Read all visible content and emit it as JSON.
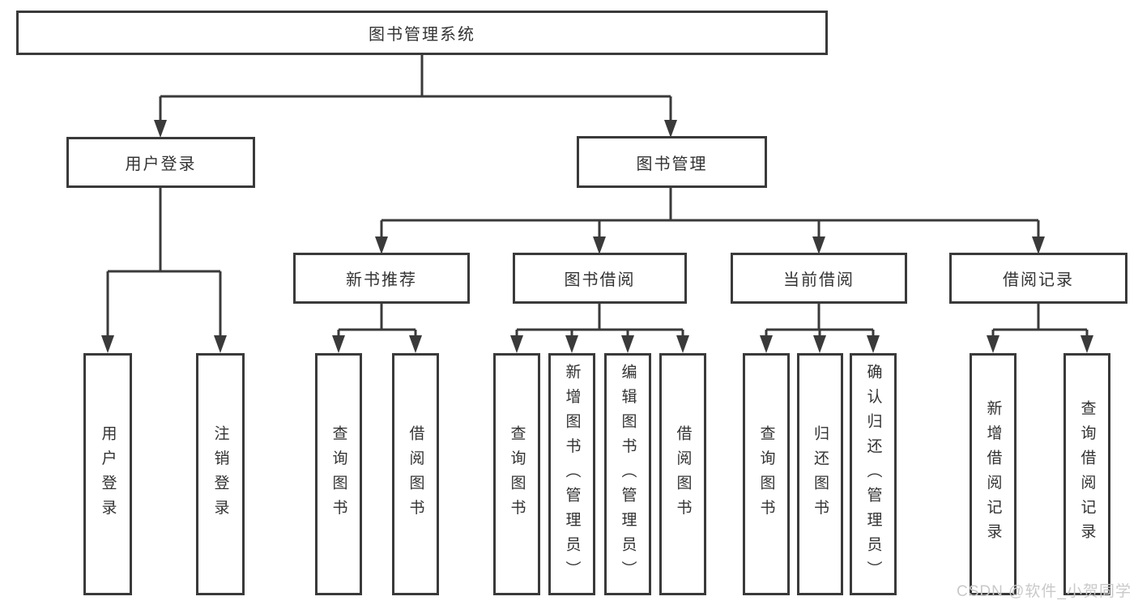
{
  "nodes": {
    "root": {
      "label": "图书管理系统"
    },
    "user_login": {
      "label": "用户登录"
    },
    "book_mgmt": {
      "label": "图书管理"
    },
    "new_book": {
      "label": "新书推荐"
    },
    "book_borrow": {
      "label": "图书借阅"
    },
    "current_borrow": {
      "label": "当前借阅"
    },
    "borrow_record": {
      "label": "借阅记录"
    }
  },
  "leaves": [
    {
      "parent": "user_login",
      "label": "用户登录"
    },
    {
      "parent": "user_login",
      "label": "注销登录"
    },
    {
      "parent": "new_book",
      "label": "查询图书"
    },
    {
      "parent": "new_book",
      "label": "借阅图书"
    },
    {
      "parent": "book_borrow",
      "label": "查询图书"
    },
    {
      "parent": "book_borrow",
      "label": "新增图书（管理员）"
    },
    {
      "parent": "book_borrow",
      "label": "编辑图书（管理员）"
    },
    {
      "parent": "book_borrow",
      "label": "借阅图书"
    },
    {
      "parent": "current_borrow",
      "label": "查询图书"
    },
    {
      "parent": "current_borrow",
      "label": "归还图书"
    },
    {
      "parent": "current_borrow",
      "label": "确认归还（管理员）"
    },
    {
      "parent": "borrow_record",
      "label": "新增借阅记录"
    },
    {
      "parent": "borrow_record",
      "label": "查询借阅记录"
    }
  ],
  "watermark": {
    "text": "CSDN @软件_小贺同学"
  },
  "colors": {
    "line": "#3a3a3a",
    "text": "#333333",
    "watermark": "#c9c9c9",
    "bg": "#ffffff"
  }
}
